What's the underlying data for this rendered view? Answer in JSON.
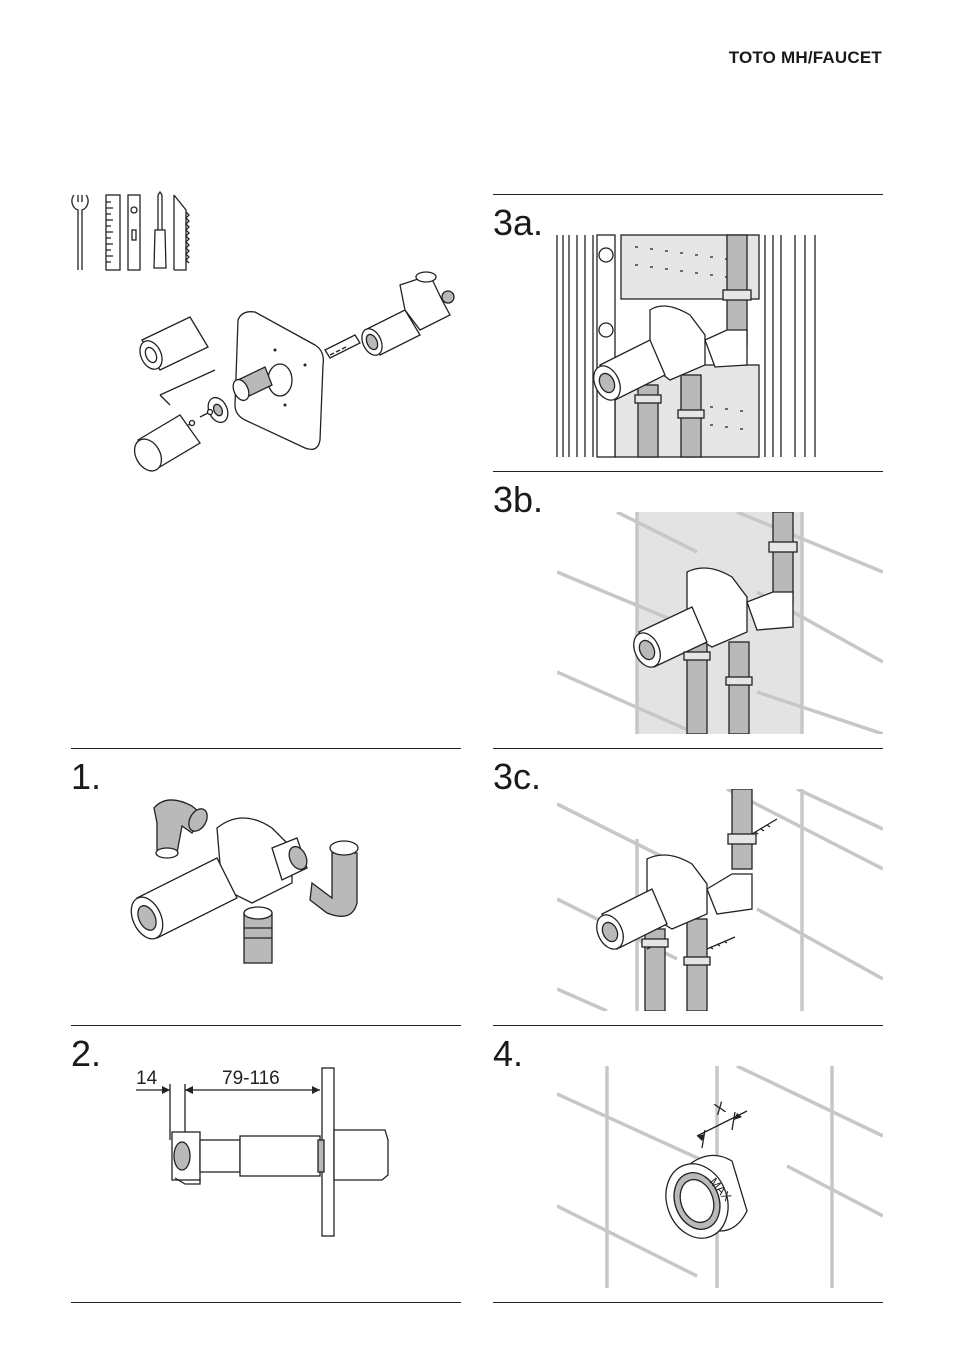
{
  "header": {
    "brand": "TOTO MH/FAUCET"
  },
  "steps": {
    "s1": "1.",
    "s2": "2.",
    "s3a": "3a.",
    "s3b": "3b.",
    "s3c": "3c.",
    "s4": "4."
  },
  "dimensions": {
    "offset": "14",
    "range": "79-116",
    "max_label": "MAX",
    "x_label": "X"
  },
  "icons": [
    "wrench-icon",
    "ruler-icon",
    "spirit-level-icon",
    "screwdriver-icon",
    "saw-icon"
  ],
  "colors": {
    "pipe": "#b9b9b9",
    "tile_grout": "#c7c7c7",
    "wall_panel": "#e3e3e3"
  }
}
